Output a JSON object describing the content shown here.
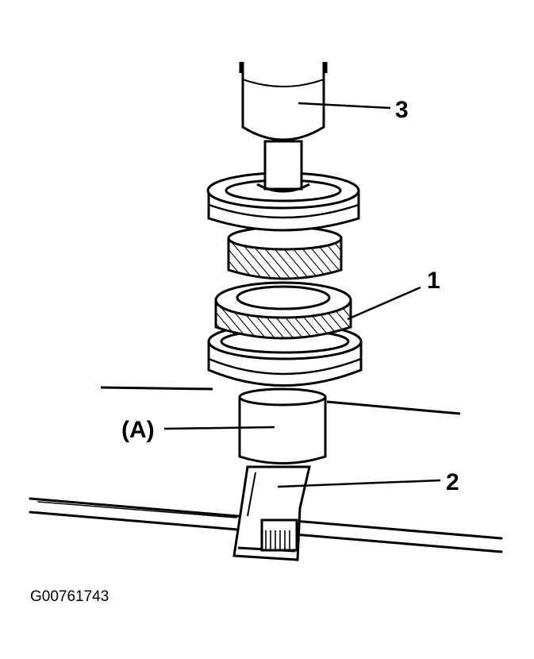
{
  "figure": {
    "callouts": {
      "label_1": "1",
      "label_2": "2",
      "label_3": "3",
      "label_a": "(A)"
    },
    "caption": "G00761743"
  }
}
